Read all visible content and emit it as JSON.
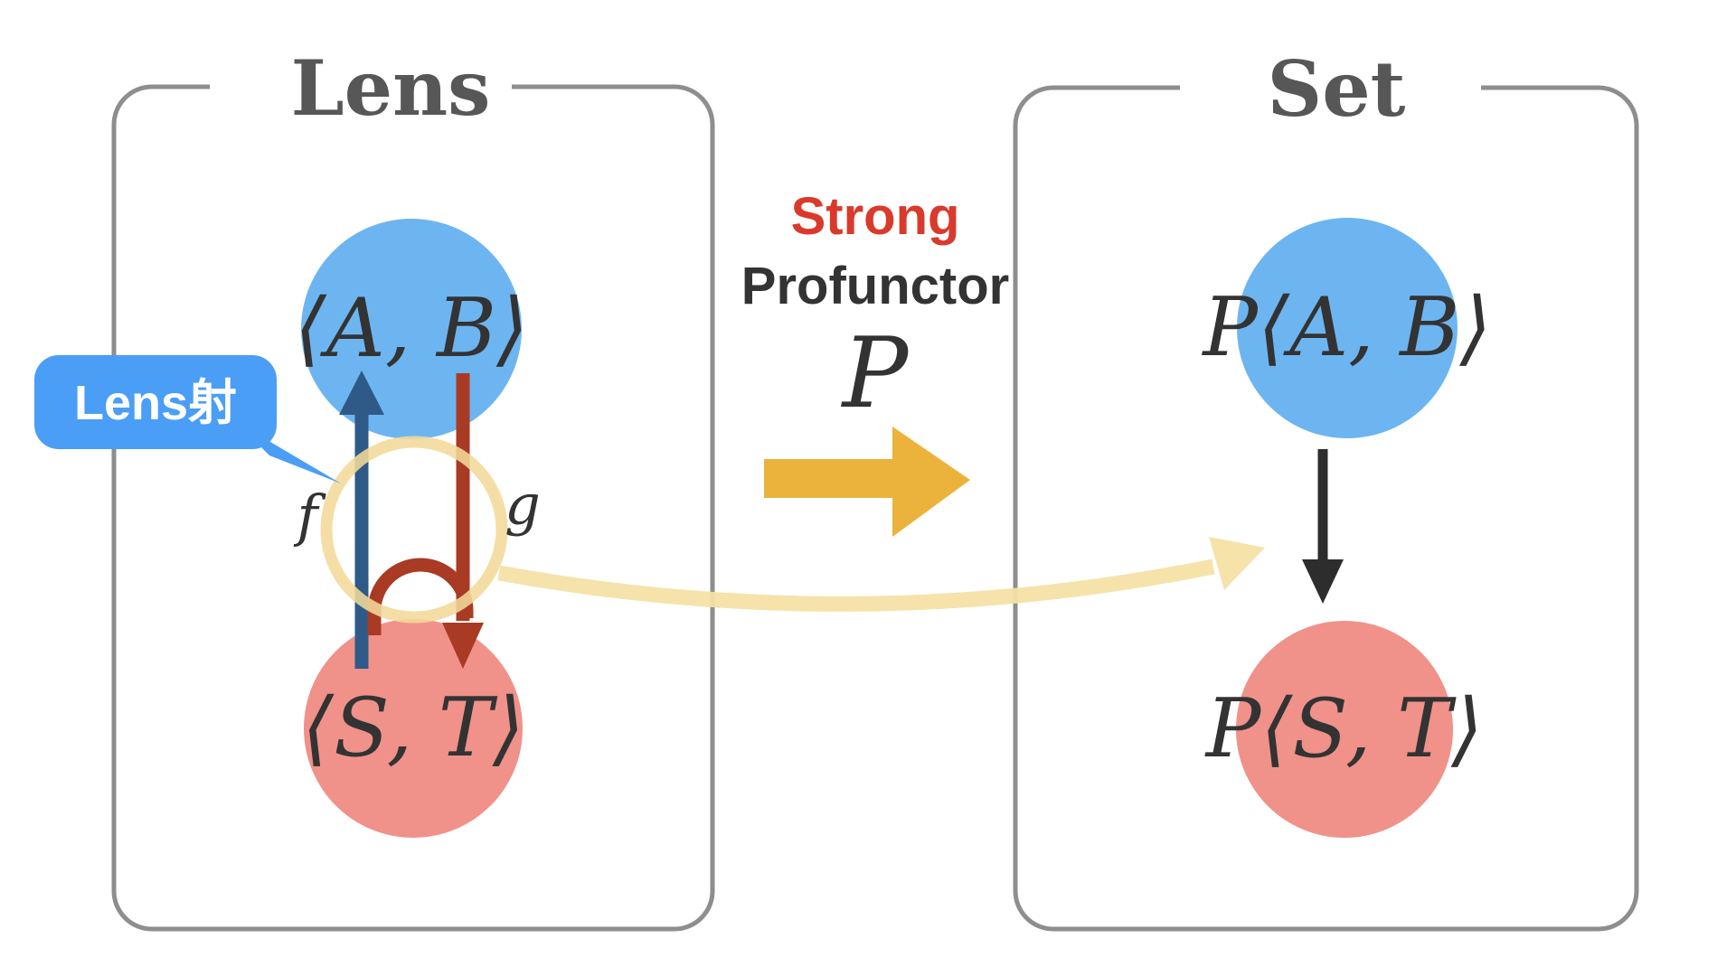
{
  "left_box": {
    "title": "Lens",
    "top_object": "⟨A, B⟩",
    "bottom_object": "⟨S, T⟩",
    "up_arrow_label": "f",
    "down_arrow_label": "g",
    "callout_label": "Lens射"
  },
  "middle": {
    "line1": "Strong",
    "line2": "Profunctor",
    "symbol": "P"
  },
  "right_box": {
    "title": "Set",
    "top_object": "P⟨A, B⟩",
    "bottom_object": "P⟨S, T⟩"
  },
  "colors": {
    "box_border": "#8e8e8e",
    "title_text": "#575757",
    "math_text": "#333333",
    "blue_circle": "#6db5f1",
    "pink_circle": "#f0918a",
    "blue_arrow": "#2f5a88",
    "red_arrow": "#a93b24",
    "yellow_ring": "#f3d998",
    "pale_yellow_arrow": "#f6e2a6",
    "gold_arrow": "#ebb33c",
    "black_arrow": "#2d2d2d",
    "bubble_bg": "#4a9ef5",
    "bubble_text": "#ffffff",
    "strong_text": "#d93a2b",
    "white": "#ffffff"
  }
}
